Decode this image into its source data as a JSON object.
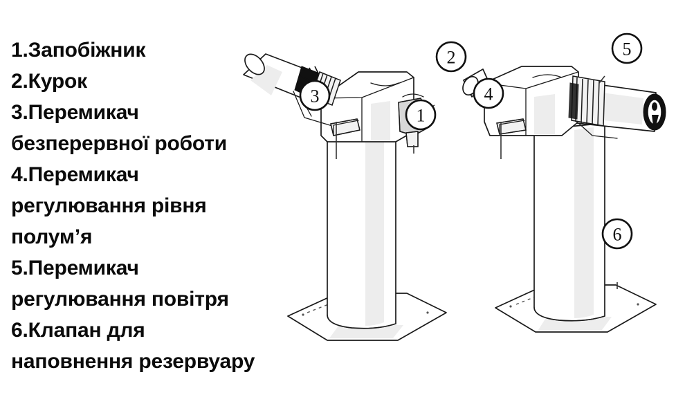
{
  "document": {
    "language": "uk",
    "background_color": "#ffffff",
    "text_color": "#0b0b0b",
    "line_color": "#1a1a1a",
    "subject": "butane torch parts diagram"
  },
  "legend": {
    "lines": [
      "1.Запобіжник",
      "2.Курок",
      "3.Перемикач",
      "безперервної роботи",
      "4.Перемикач",
      "регулювання рівня",
      "полум’я",
      "5.Перемикач",
      "регулювання повітря",
      "6.Клапан для",
      "наповнення резервуару"
    ],
    "items": [
      {
        "number": "1",
        "label": "Запобіжник"
      },
      {
        "number": "2",
        "label": "Курок"
      },
      {
        "number": "3",
        "label": "Перемикач безперервної роботи"
      },
      {
        "number": "4",
        "label": "Перемикач регулювання рівня полум’я"
      },
      {
        "number": "5",
        "label": "Перемикач регулювання повітря"
      },
      {
        "number": "6",
        "label": "Клапан для наповнення резервуару"
      }
    ]
  },
  "figures": {
    "left": {
      "name": "torch-front-left-view",
      "callouts": [
        {
          "number": "1",
          "target": "safety-lock"
        },
        {
          "number": "2",
          "target": "trigger"
        },
        {
          "number": "3",
          "target": "continuous-mode-switch"
        }
      ]
    },
    "right": {
      "name": "torch-rear-right-view",
      "callouts": [
        {
          "number": "4",
          "target": "flame-level-switch"
        },
        {
          "number": "5",
          "target": "air-adjust-switch"
        },
        {
          "number": "6",
          "target": "refill-valve"
        }
      ]
    }
  }
}
